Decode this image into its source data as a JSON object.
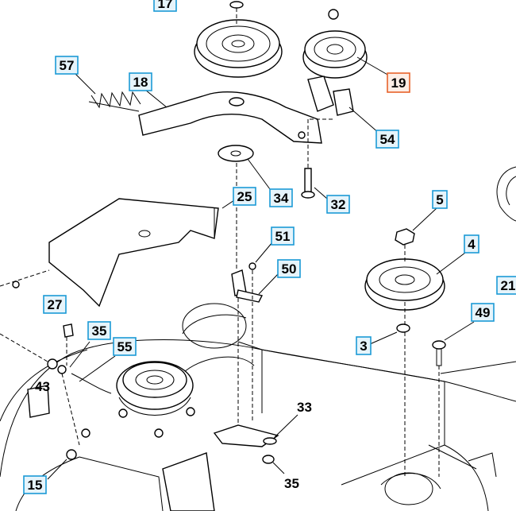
{
  "diagram": {
    "selected_callout": "19",
    "colors": {
      "callout_border": "#1b9ad6",
      "callout_fill": "#e6f4fb",
      "selected_border": "#e8622a",
      "selected_fill": "#fdeee6"
    },
    "callouts": {
      "c17": "17",
      "c57": "57",
      "c18": "18",
      "c19": "19",
      "c54": "54",
      "c34": "34",
      "c32": "32",
      "c25": "25",
      "c5": "5",
      "c4": "4",
      "c51": "51",
      "c50": "50",
      "c21": "21",
      "c27": "27",
      "c49": "49",
      "c35a": "35",
      "c55": "55",
      "c3": "3",
      "c15": "15"
    },
    "labels": {
      "l43": "43",
      "l33": "33",
      "l35b": "35"
    }
  }
}
